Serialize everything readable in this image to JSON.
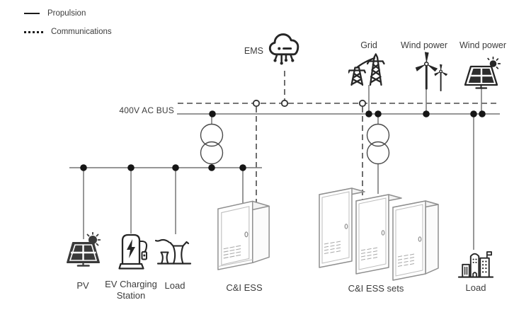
{
  "legend": {
    "items": [
      {
        "label": "Propulsion",
        "style": "solid"
      },
      {
        "label": "Communications",
        "style": "dotted"
      }
    ]
  },
  "bus": {
    "label": "400V AC BUS",
    "voltage": "400V"
  },
  "nodes": {
    "ems": {
      "label": "EMS"
    },
    "grid": {
      "label": "Grid"
    },
    "wind_left": {
      "label": "Wind power"
    },
    "wind_right": {
      "label": "Wind power"
    },
    "pv": {
      "label": "PV"
    },
    "ev": {
      "label": "EV Charging Station"
    },
    "load_left": {
      "label": "Load"
    },
    "ess": {
      "label": "C&I ESS"
    },
    "ess_sets": {
      "label": "C&I ESS sets"
    },
    "load_right": {
      "label": "Load"
    }
  },
  "colors": {
    "wire": "#757575",
    "comms": "#4a4a4a",
    "ink": "#262626",
    "cabinet": "#8f8f8f",
    "text": "#3c3c3c"
  }
}
